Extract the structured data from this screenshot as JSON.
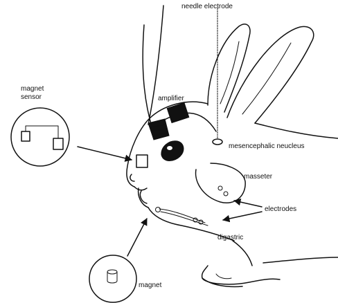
{
  "labels": {
    "needle_electrode": "needle electrode",
    "magnet_sensor_line1": "magnet",
    "magnet_sensor_line2": "sensor",
    "amplifier": "amplifier",
    "mesencephalic_nucleus": "mesencephalic neucleus",
    "masseter": "masseter",
    "electrodes": "electrodes",
    "digastric": "digastric",
    "magnet": "magnet"
  },
  "colors": {
    "ink": "#111111",
    "background": "#ffffff"
  }
}
